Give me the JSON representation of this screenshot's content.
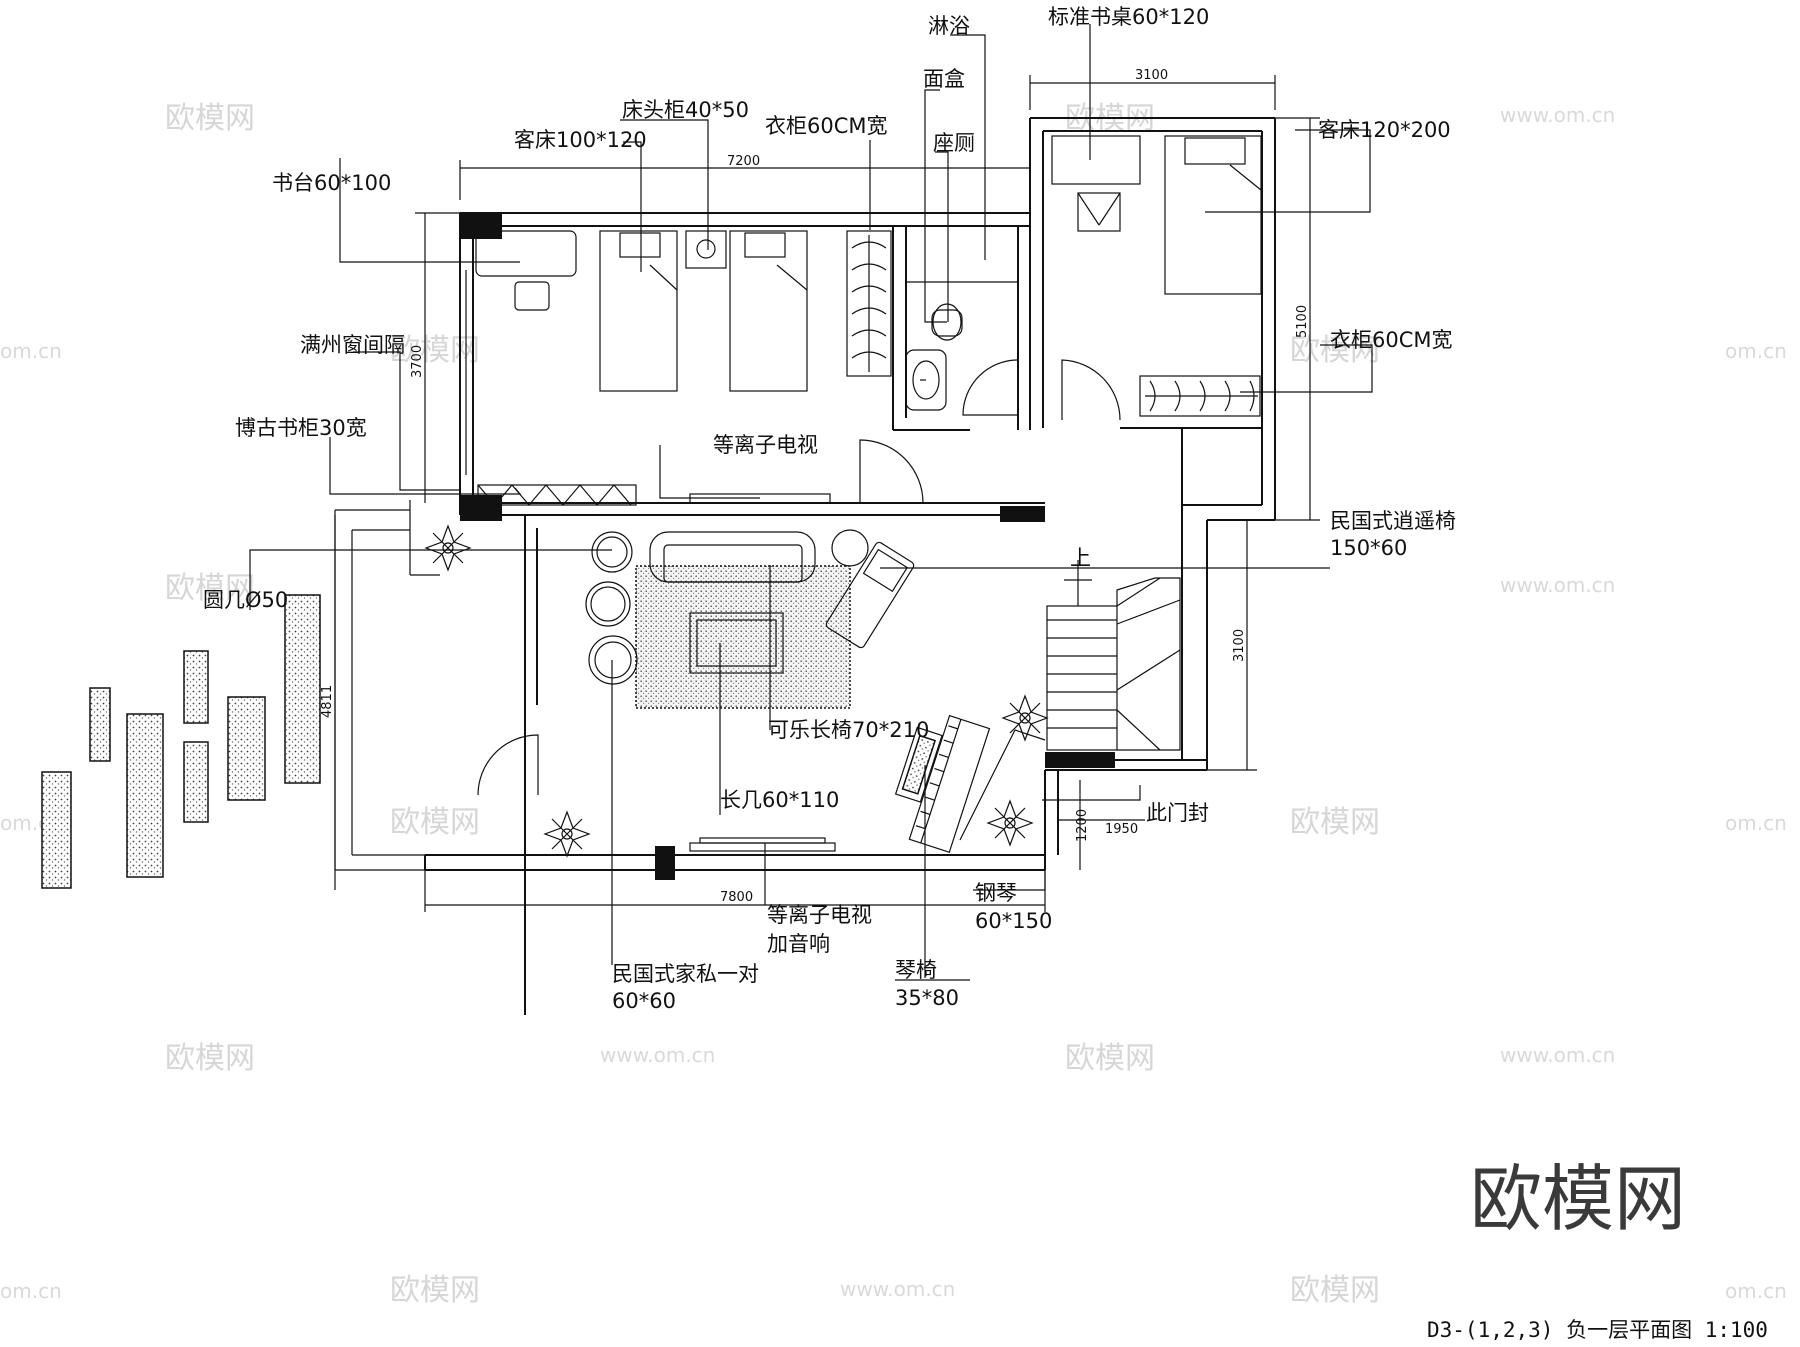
{
  "title": "D3-(1,2,3) 负一层平面图 1:100",
  "brand": "欧模网",
  "watermarks": {
    "brand": "欧模网",
    "url": "www.om.cn",
    "url_short": "om.cn"
  },
  "labels": {
    "shower": "淋浴",
    "standard_desk": "标准书桌60*120",
    "basin": "面盒",
    "toilet": "座厕",
    "bedside_cabinet": "床头柜40*50",
    "wardrobe_top": "衣柜60CM宽",
    "guest_bed_small": "客床100*120",
    "guest_bed_large": "客床120*200",
    "desk": "书台60*100",
    "manchu_window": "满州窗间隔",
    "curio_shelf": "博古书柜30宽",
    "plasma_tv_upper": "等离子电视",
    "wardrobe_right": "衣柜60CM宽",
    "easy_chair_line1": "民国式逍遥椅",
    "easy_chair_line2": "150*60",
    "round_table": "圆几Ø50",
    "sofa": "可乐长椅70*210",
    "coffee_table": "长几60*110",
    "seal_door": "此门封",
    "piano_line1": "钢琴",
    "piano_line2": "60*150",
    "tv_lower_line1": "等离子电视",
    "tv_lower_line2": "加音响",
    "furniture_pair_line1": "民国式家私一对",
    "furniture_pair_line2": "60*60",
    "piano_bench_line1": "琴椅",
    "piano_bench_line2": "35*80",
    "stair_up": "上"
  },
  "dimensions": {
    "d_3100_top": "3100",
    "d_7200": "7200",
    "d_3700": "3700",
    "d_5100": "5100",
    "d_3100_right": "3100",
    "d_4811": "4811",
    "d_7800": "7800",
    "d_1200": "1200",
    "d_1950": "1950"
  }
}
